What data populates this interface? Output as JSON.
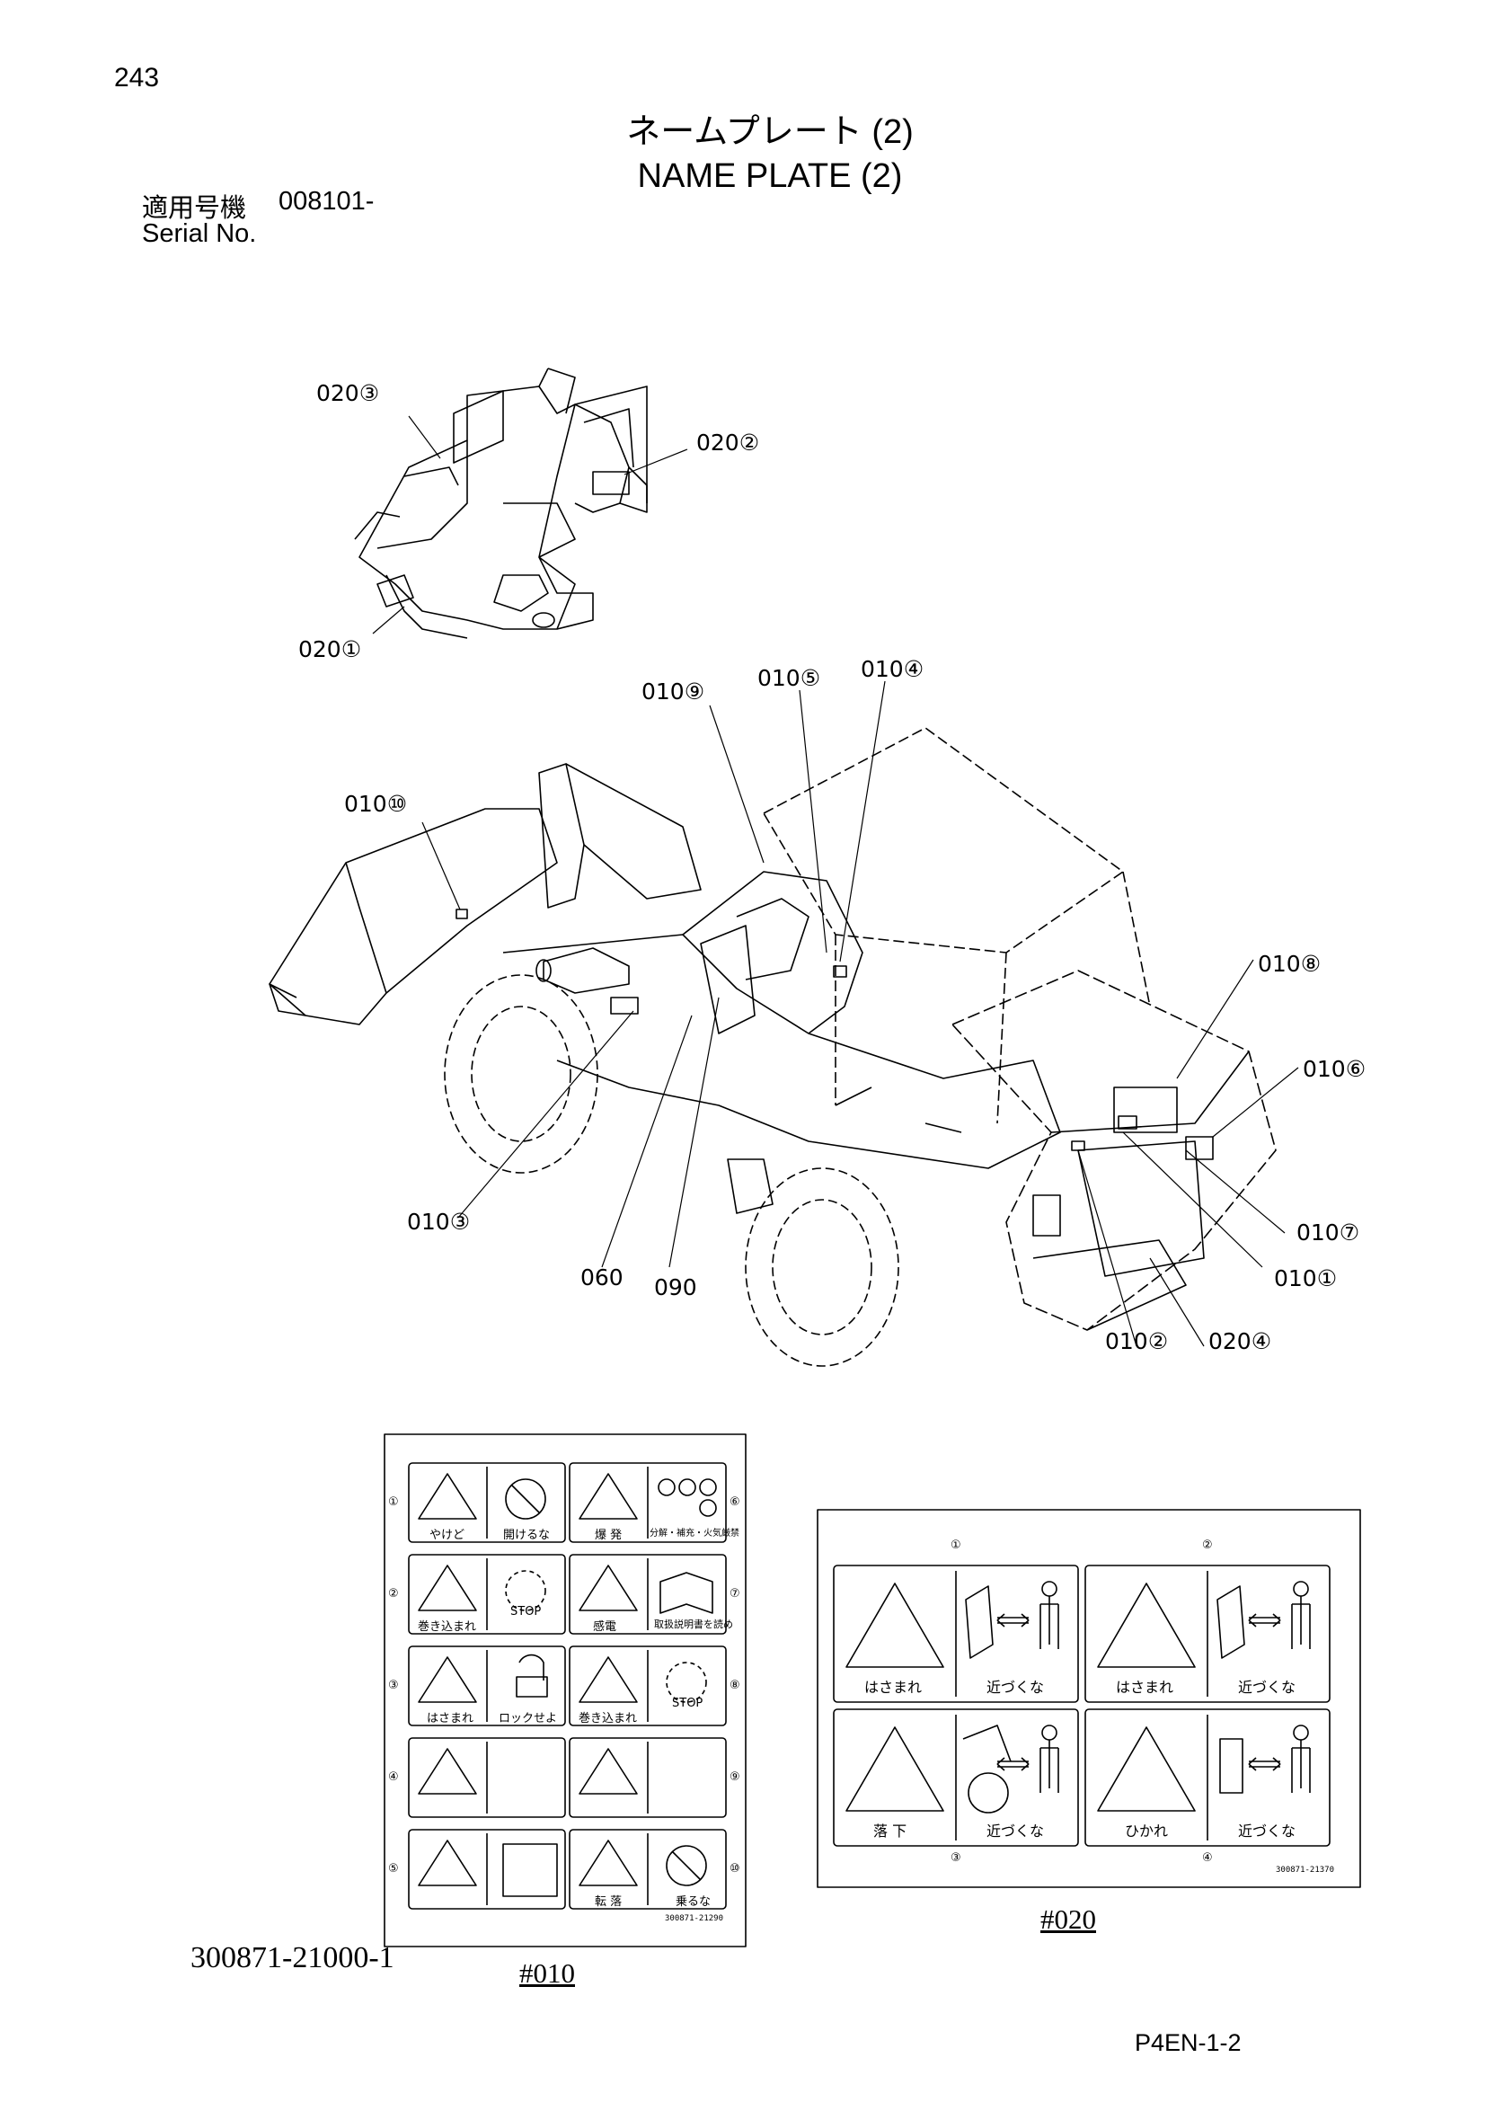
{
  "header": {
    "page_number": "243",
    "title_jp": "ネームプレート (2)",
    "title_en": "NAME PLATE (2)",
    "serial_label_jp": "適用号機",
    "serial_label_en": "Serial No.",
    "serial_value": "008101-"
  },
  "callouts": {
    "c020_3": "020③",
    "c020_2": "020②",
    "c020_1": "020①",
    "c010_9": "010⑨",
    "c010_5": "010⑤",
    "c010_4": "010④",
    "c010_10": "010⑩",
    "c010_8": "010⑧",
    "c010_6": "010⑥",
    "c010_3": "010③",
    "c010_7": "010⑦",
    "c010_1": "010①",
    "c060": "060",
    "c090": "090",
    "c010_2": "010②",
    "c020_4": "020④"
  },
  "sheet_010": {
    "label": "#010",
    "sheet_no": "300871-21290",
    "left_numbers": [
      "①",
      "②",
      "③",
      "④",
      "⑤"
    ],
    "right_numbers": [
      "⑥",
      "⑦",
      "⑧",
      "⑨",
      "⑩"
    ],
    "decals": {
      "d1": "やけど",
      "d1b": "開けるな",
      "d2": "巻き込まれ",
      "d2b": "STOP",
      "d3": "はさまれ",
      "d3b": "ロックせよ",
      "d6": "爆 発",
      "d6b": "分解・補充・火気厳禁",
      "d7": "感電",
      "d7b": "取扱説明書を読め",
      "d8": "巻き込まれ",
      "d8b": "STOP",
      "d10": "転 落",
      "d10b": "乗るな"
    }
  },
  "sheet_020": {
    "label": "#020",
    "sheet_no": "300871-21370",
    "numbers": [
      "①",
      "②",
      "③",
      "④"
    ],
    "decals": {
      "p1a": "はさまれ",
      "p1b": "近づくな",
      "p2a": "はさまれ",
      "p2b": "近づくな",
      "p3a": "落 下",
      "p3b": "近づくな",
      "p4a": "ひかれ",
      "p4b": "近づくな"
    }
  },
  "footer": {
    "drawing_number": "300871-21000-1",
    "page_code": "P4EN-1-2"
  }
}
